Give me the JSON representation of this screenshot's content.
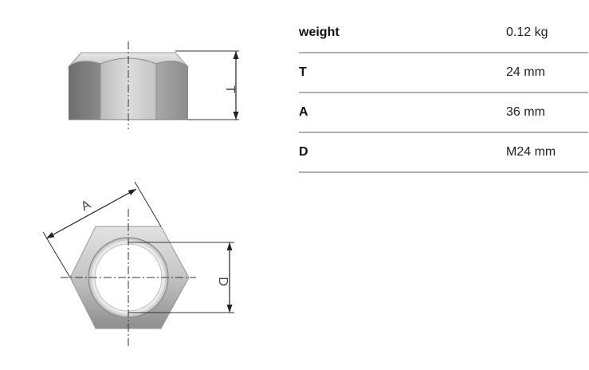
{
  "drawing": {
    "dim_t": "T",
    "dim_a": "A",
    "dim_d": "D"
  },
  "specs": [
    {
      "label": "weight",
      "value": "0.12 kg"
    },
    {
      "label": "T",
      "value": "24 mm"
    },
    {
      "label": "A",
      "value": "36 mm"
    },
    {
      "label": "D",
      "value": "M24 mm"
    }
  ]
}
